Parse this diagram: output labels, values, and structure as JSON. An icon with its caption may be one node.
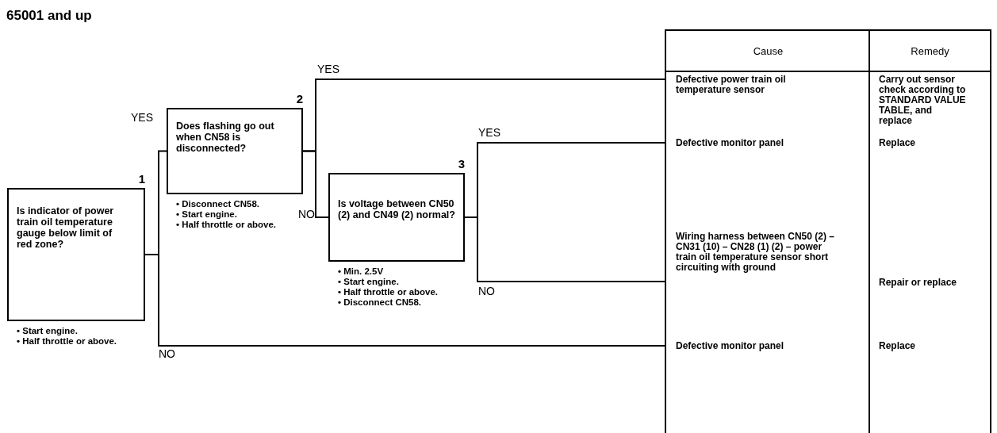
{
  "diagram": {
    "title": "65001 and up",
    "nodes": [
      {
        "text": [
          "Is indicator of power train oil temperature gauge below limit of red zone?"
        ],
        "beside": [
          "1",
          "• Start engine.",
          "• Half throttle or above."
        ]
      },
      {
        "text": [
          "Does flashing go out when CN58 is disconnected?"
        ],
        "beside": [
          "2",
          "• Disconnect CN58.",
          "• Start engine.",
          "• Half throttle or above."
        ]
      },
      {
        "text": [
          "Is voltage between CN50 (2) and CN49 (2) normal?"
        ],
        "beside": [
          "3",
          "• Min. 2.5V",
          "• Start engine.",
          "• Half throttle or above.",
          "• Disconnect CN58."
        ]
      },
      {
        "text": [
          "Cause",
          "Remedy"
        ]
      },
      {
        "text": [
          "Defective power train oil temperature sensor",
          "Carry out sensor check according to STANDARD VALUE TABLE, and replace"
        ],
        "in": 3
      },
      {
        "text": [
          "Defective monitor panel",
          "Replace"
        ],
        "in": 3
      },
      {
        "text": [
          "Wiring harness between CN50 (2) – CN31 (10) – CN28 (1) (2) – power train oil temperature sensor short circuiting with ground",
          "Repair or replace"
        ],
        "in": 3
      },
      {
        "text": [
          "Defective monitor panel",
          "Replace"
        ],
        "in": 3
      }
    ],
    "edges": [
      {
        "from": 0,
        "to": 1,
        "arrow": "none",
        "label": "YES"
      },
      {
        "from": 0,
        "to": 7,
        "arrow": "none",
        "label": "NO"
      },
      {
        "from": 1,
        "to": 4,
        "arrow": "none",
        "label": "YES"
      },
      {
        "from": 1,
        "to": 2,
        "arrow": "none",
        "label": "NO"
      },
      {
        "from": 2,
        "to": 5,
        "arrow": "none",
        "label": "YES"
      },
      {
        "from": 2,
        "to": 6,
        "arrow": "none",
        "label": "NO"
      }
    ]
  }
}
